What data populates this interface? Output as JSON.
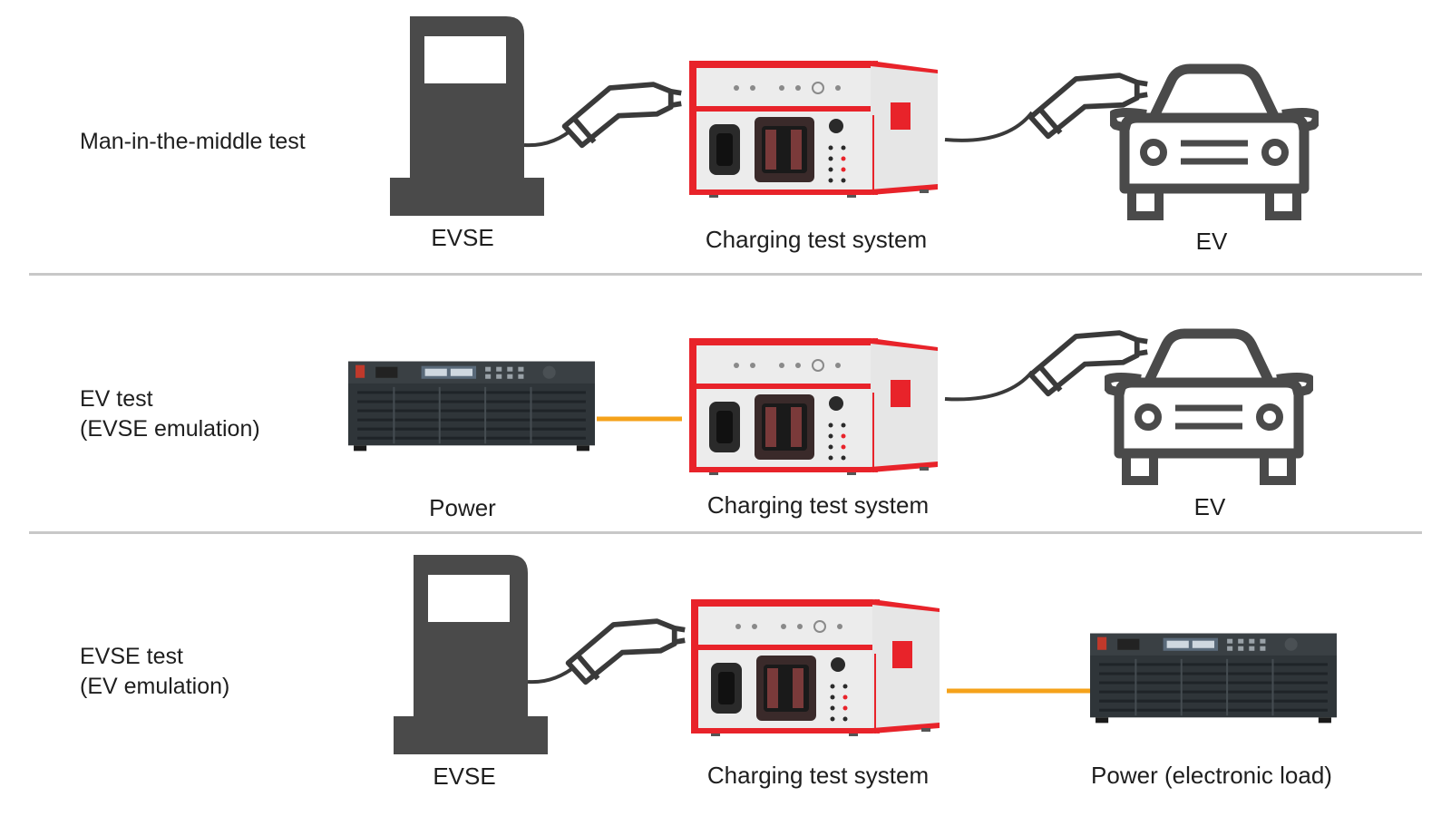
{
  "colors": {
    "evse_body": "#4a4a4a",
    "cable": "#3a3a3a",
    "test_system_red": "#e8232a",
    "test_system_panel": "#ececec",
    "power_supply": "#2f3539",
    "dc_link": "#f5a21a",
    "ev_outline": "#4a4a4a",
    "divider": "#c8c8c8"
  },
  "rows": [
    {
      "label": "Man-in-the-middle test",
      "left_caption": "EVSE",
      "center_caption": "Charging test system",
      "right_caption": "EV",
      "left_icon": "evse-charging-station-icon",
      "right_icon": "ev-car-icon"
    },
    {
      "label": "EV test\n(EVSE emulation)",
      "left_caption": "Power",
      "center_caption": "Charging test system",
      "right_caption": "EV",
      "left_icon": "power-supply-icon",
      "right_icon": "ev-car-icon"
    },
    {
      "label": "EVSE test\n(EV emulation)",
      "left_caption": "EVSE",
      "center_caption": "Charging test system",
      "right_caption": "Power (electronic load)",
      "left_icon": "evse-charging-station-icon",
      "right_icon": "electronic-load-icon"
    }
  ]
}
